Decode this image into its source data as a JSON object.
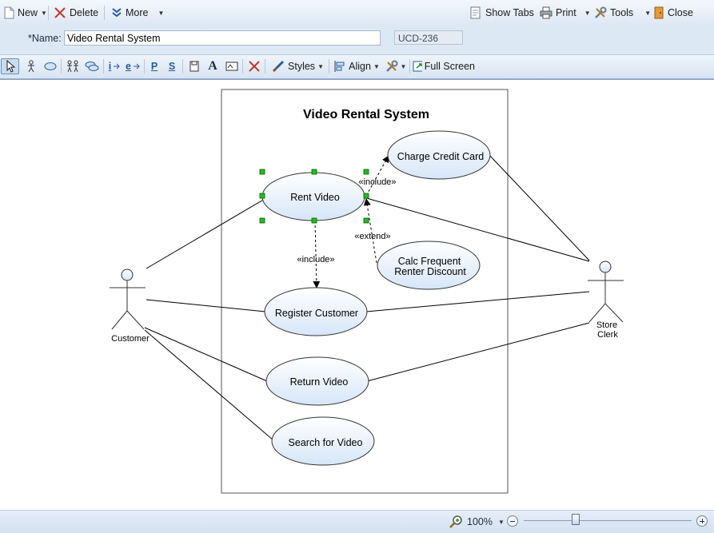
{
  "toolbar": {
    "new_label": "New",
    "delete_label": "Delete",
    "more_label": "More",
    "show_tabs_label": "Show Tabs",
    "print_label": "Print",
    "tools_label": "Tools",
    "close_label": "Close"
  },
  "form": {
    "name_label": "*Name:",
    "name_value": "Video Rental System",
    "id_value": "UCD-236"
  },
  "diagram_toolbar": {
    "styles_label": "Styles",
    "align_label": "Align",
    "full_screen_label": "Full Screen",
    "tool_i": "i",
    "tool_e": "e",
    "tool_p": "P",
    "tool_s": "S",
    "tool_a": "A"
  },
  "diagram": {
    "system_title": "Video Rental System",
    "use_cases": {
      "rent_video": "Rent Video",
      "charge_credit_card": "Charge Credit Card",
      "calc_discount_line1": "Calc Frequent",
      "calc_discount_line2": "Renter Discount",
      "register_customer": "Register Customer",
      "return_video": "Return Video",
      "search_for_video": "Search for Video"
    },
    "actors": {
      "customer": "Customer",
      "store_clerk_line1": "Store",
      "store_clerk_line2": "Clerk"
    },
    "stereotypes": {
      "include_charge": "«include»",
      "extend_calc": "«extend»",
      "include_register": "«include»"
    }
  },
  "status": {
    "zoom_label": "100%"
  },
  "colors": {
    "accent": "#2a5a9a",
    "selection_handle": "#1fbf1f",
    "usecase_fill_top": "#ffffff",
    "usecase_fill_bottom": "#d6e6f8"
  }
}
